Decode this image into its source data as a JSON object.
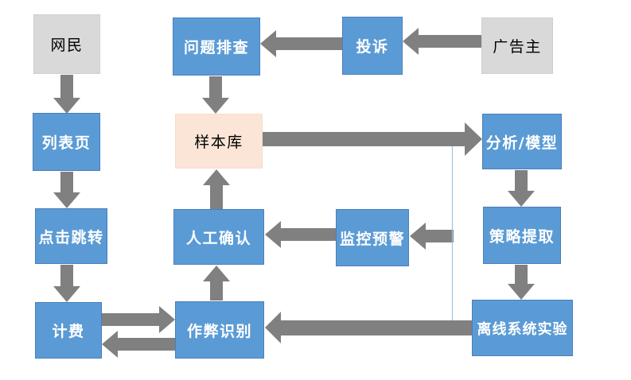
{
  "colors": {
    "node-blue": "#5B9BD5",
    "node-blue-border": "#4A7EBB",
    "node-gray": "#D9D9D9",
    "node-gray-border": "#CFCFCF",
    "node-peach": "#FBE5D6",
    "node-peach-border": "#F7DECC",
    "arrow": "#808080",
    "connector": "#9DC3E6"
  },
  "nodes": [
    {
      "id": "netizen",
      "label": "网民",
      "type": "gray"
    },
    {
      "id": "problem-check",
      "label": "问题排查",
      "type": "blue"
    },
    {
      "id": "complaint",
      "label": "投诉",
      "type": "blue"
    },
    {
      "id": "advertiser",
      "label": "广告主",
      "type": "gray"
    },
    {
      "id": "list-page",
      "label": "列表页",
      "type": "blue"
    },
    {
      "id": "sample-store",
      "label": "样本库",
      "type": "peach"
    },
    {
      "id": "analysis-model",
      "label": "分析/模型",
      "type": "blue"
    },
    {
      "id": "click-jump",
      "label": "点击跳转",
      "type": "blue"
    },
    {
      "id": "manual-confirm",
      "label": "人工确认",
      "type": "blue"
    },
    {
      "id": "monitor-alert",
      "label": "监控预警",
      "type": "blue"
    },
    {
      "id": "strategy-extract",
      "label": "策略提取",
      "type": "blue"
    },
    {
      "id": "billing",
      "label": "计费",
      "type": "blue"
    },
    {
      "id": "cheat-detect",
      "label": "作弊识别",
      "type": "blue"
    },
    {
      "id": "offline-experiment",
      "label": "离线系统实验",
      "type": "blue"
    }
  ],
  "edges": [
    {
      "from": "netizen",
      "to": "list-page",
      "direction": "down"
    },
    {
      "from": "list-page",
      "to": "click-jump",
      "direction": "down"
    },
    {
      "from": "click-jump",
      "to": "billing",
      "direction": "down"
    },
    {
      "from": "advertiser",
      "to": "complaint",
      "direction": "left"
    },
    {
      "from": "complaint",
      "to": "problem-check",
      "direction": "left"
    },
    {
      "from": "problem-check",
      "to": "sample-store",
      "direction": "down"
    },
    {
      "from": "manual-confirm",
      "to": "sample-store",
      "direction": "up"
    },
    {
      "from": "sample-store",
      "to": "analysis-model",
      "direction": "right"
    },
    {
      "from": "analysis-model",
      "to": "strategy-extract",
      "direction": "down"
    },
    {
      "from": "strategy-extract",
      "to": "offline-experiment",
      "direction": "down"
    },
    {
      "from": "offline-experiment",
      "to": "cheat-detect",
      "direction": "left"
    },
    {
      "from": "connector-branch",
      "to": "monitor-alert",
      "direction": "left"
    },
    {
      "from": "monitor-alert",
      "to": "manual-confirm",
      "direction": "left"
    },
    {
      "from": "cheat-detect",
      "to": "manual-confirm",
      "direction": "up"
    },
    {
      "from": "billing",
      "to": "cheat-detect",
      "direction": "right"
    },
    {
      "from": "cheat-detect",
      "to": "billing",
      "direction": "left"
    }
  ]
}
